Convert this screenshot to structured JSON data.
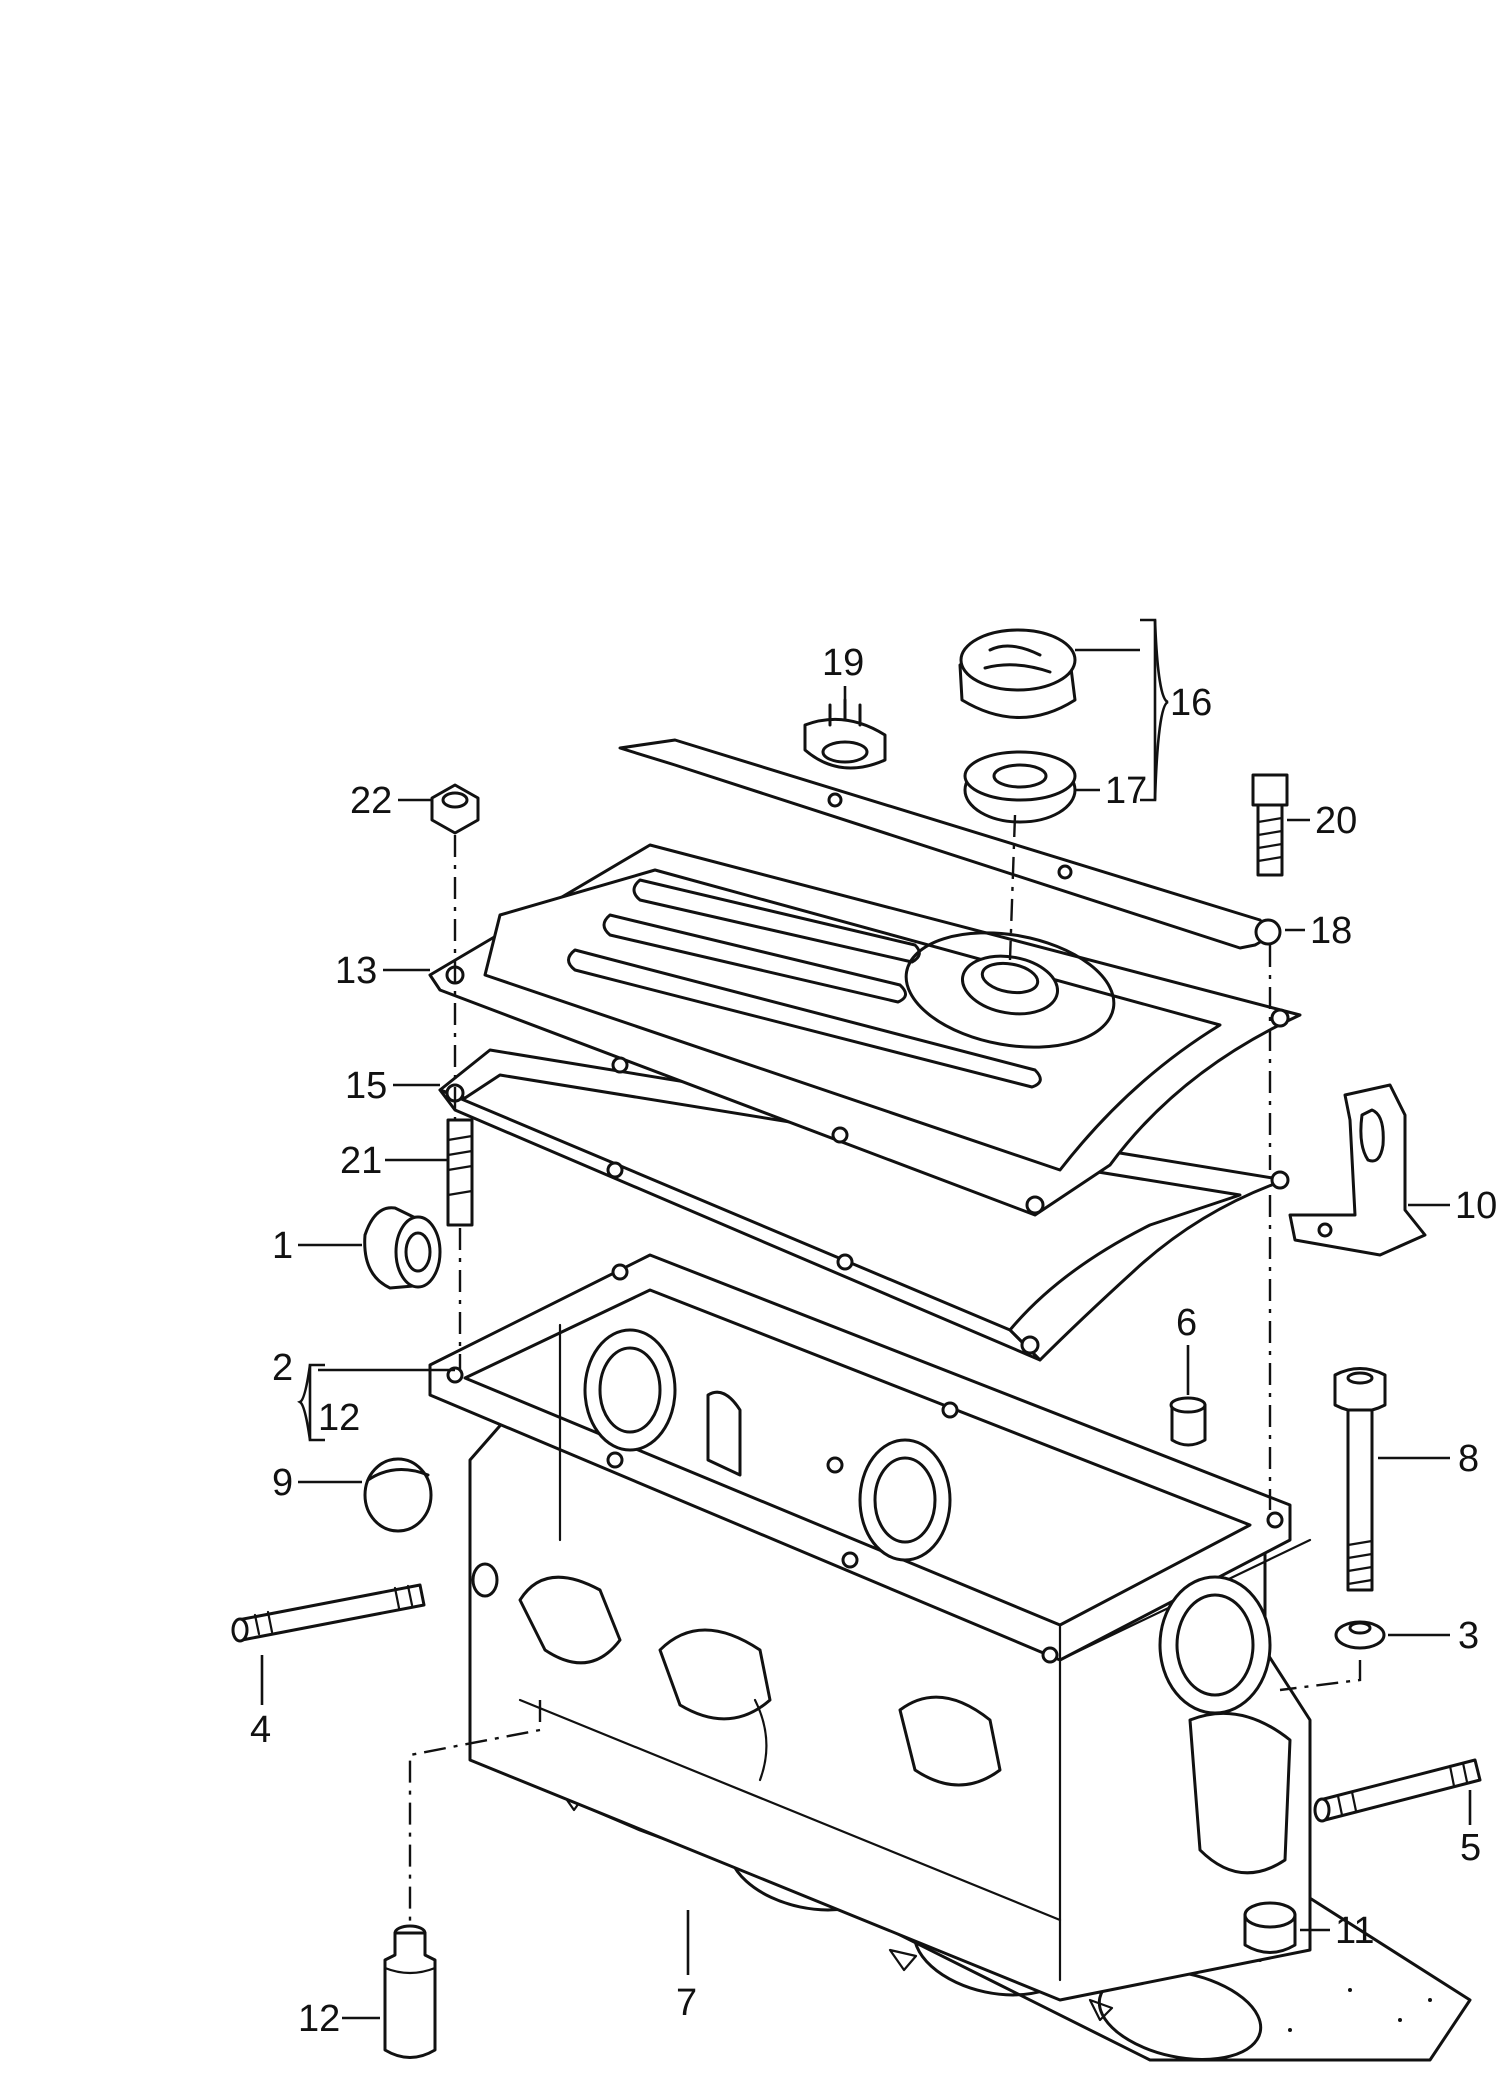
{
  "diagram": {
    "type": "exploded-parts-diagram",
    "ink_color": "#111111",
    "background_color": "#ffffff",
    "labels": [
      {
        "id": "p1",
        "text": "1"
      },
      {
        "id": "p2",
        "text": "2"
      },
      {
        "id": "p2b",
        "text": "12"
      },
      {
        "id": "p3",
        "text": "3"
      },
      {
        "id": "p4",
        "text": "4"
      },
      {
        "id": "p5",
        "text": "5"
      },
      {
        "id": "p6",
        "text": "6"
      },
      {
        "id": "p7",
        "text": "7"
      },
      {
        "id": "p8",
        "text": "8"
      },
      {
        "id": "p9",
        "text": "9"
      },
      {
        "id": "p10",
        "text": "10"
      },
      {
        "id": "p11",
        "text": "11"
      },
      {
        "id": "p12",
        "text": "12"
      },
      {
        "id": "p13",
        "text": "13"
      },
      {
        "id": "p15",
        "text": "15"
      },
      {
        "id": "p16",
        "text": "16"
      },
      {
        "id": "p17",
        "text": "17"
      },
      {
        "id": "p18",
        "text": "18"
      },
      {
        "id": "p19",
        "text": "19"
      },
      {
        "id": "p20",
        "text": "20"
      },
      {
        "id": "p21",
        "text": "21"
      },
      {
        "id": "p22",
        "text": "22"
      }
    ]
  }
}
